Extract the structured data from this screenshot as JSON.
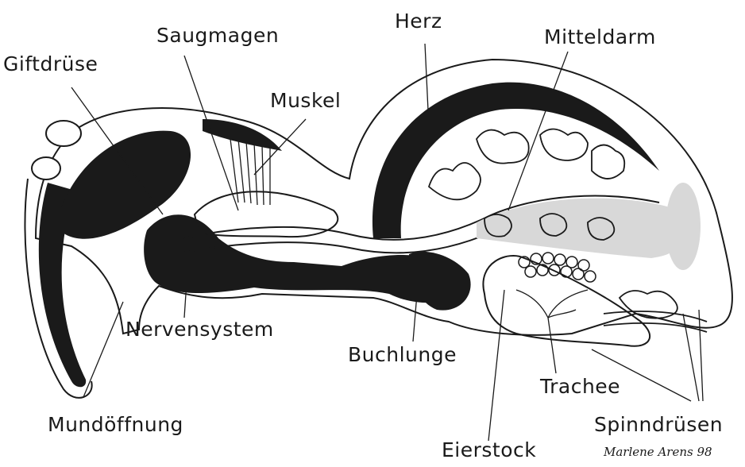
{
  "labels": {
    "giftdruse": "Giftdrüse",
    "saugmagen": "Saugmagen",
    "herz": "Herz",
    "mitteldarm": "Mitteldarm",
    "muskel": "Muskel",
    "nervensystem": "Nervensystem",
    "buchlunge": "Buchlunge",
    "trachee": "Trachee",
    "mundoffnung": "Mundöffnung",
    "eierstock": "Eierstock",
    "spinndrusen": "Spinndrüsen"
  },
  "signature": "Marlene Arens 98",
  "colors": {
    "ink": "#1a1a1a",
    "paper": "#ffffff",
    "stipple": "#d8d8d8"
  }
}
